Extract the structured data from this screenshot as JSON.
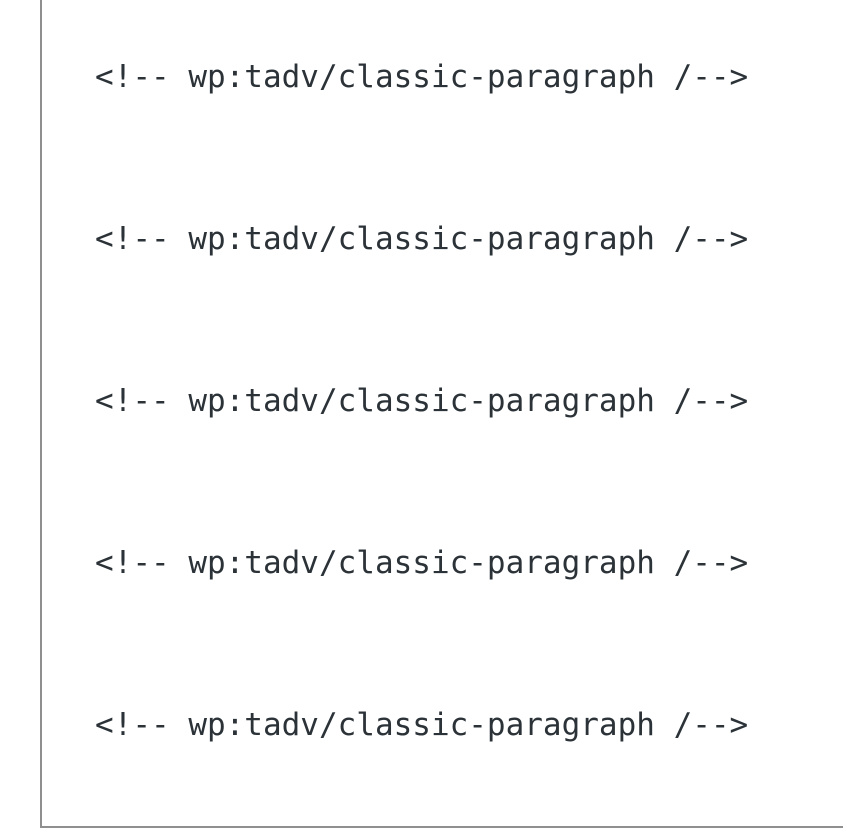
{
  "editor": {
    "kind": "wordpress-code-editor",
    "lines": [
      "<!-- wp:tadv/classic-paragraph /-->",
      "<!-- wp:tadv/classic-paragraph /-->",
      "<!-- wp:tadv/classic-paragraph /-->",
      "<!-- wp:tadv/classic-paragraph /-->",
      "<!-- wp:tadv/classic-paragraph /-->"
    ],
    "colors": {
      "text": "#2c3338",
      "border": "#8f8f8f",
      "background": "#ffffff"
    }
  }
}
